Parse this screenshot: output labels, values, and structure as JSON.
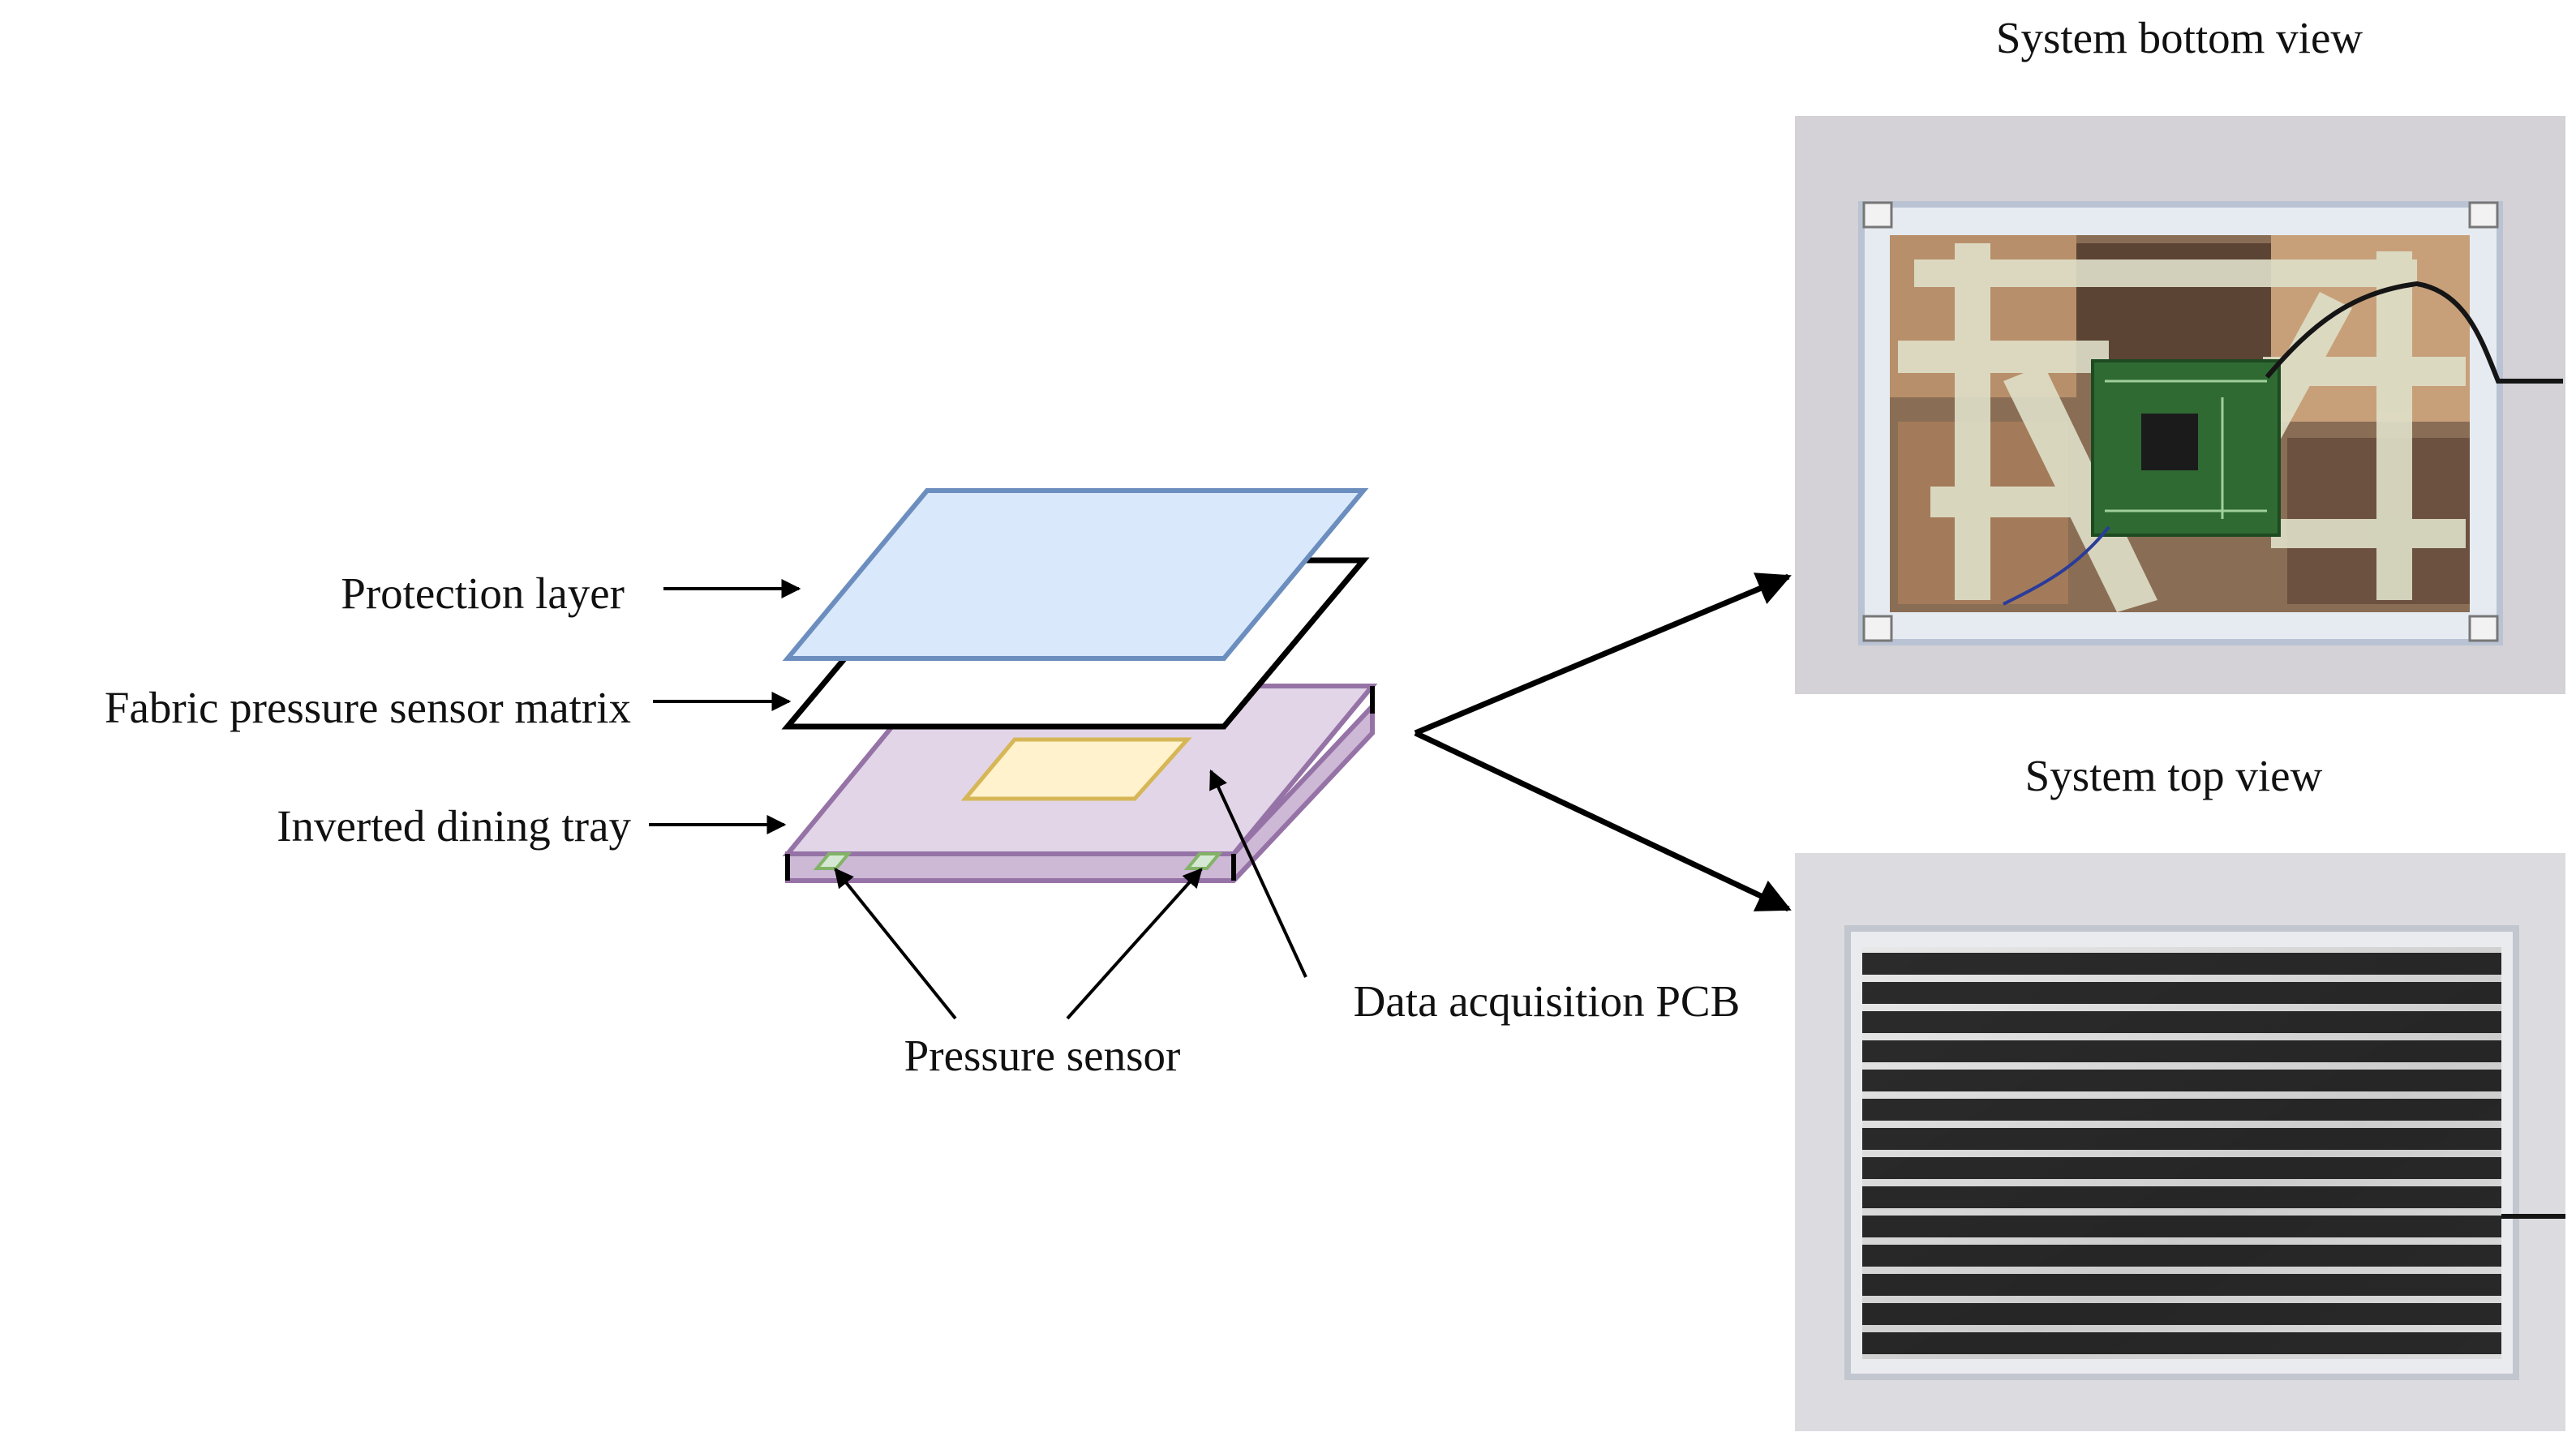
{
  "labels": {
    "protection_layer": "Protection layer",
    "fabric_matrix": "Fabric pressure sensor matrix",
    "inverted_tray": "Inverted dining tray",
    "data_pcb": "Data acquisition PCB",
    "pressure_sensor": "Pressure sensor"
  },
  "photos": {
    "bottom_view_title": "System bottom view",
    "top_view_title": "System top view"
  },
  "colors": {
    "protection_fill": "#dae8fb",
    "protection_stroke": "#6c8ebf",
    "tray_fill": "#e1d5e7",
    "tray_stroke": "#9673a6",
    "pcb_fill": "#fff2cc",
    "pcb_stroke": "#d6b656",
    "sensor_stroke": "#82b366"
  }
}
